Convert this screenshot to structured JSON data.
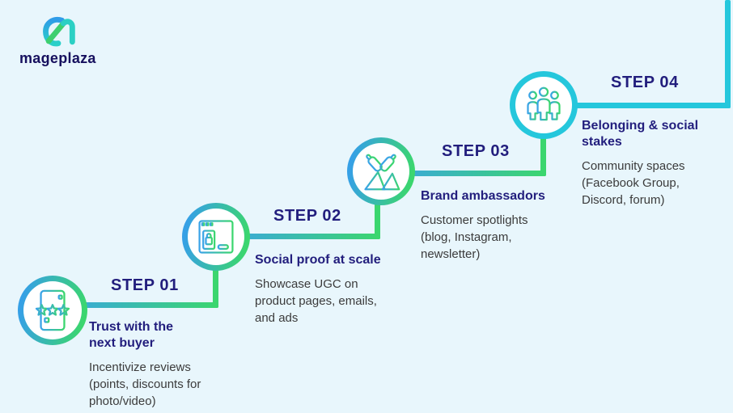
{
  "page": {
    "background": "#e8f6fc",
    "type": "staircase-steps-infographic"
  },
  "logo": {
    "brand": "mageplaza",
    "icon": "mageplaza-m-logo"
  },
  "colors": {
    "accent_blue": "#3aa3e8",
    "accent_green": "#3bd66e",
    "accent_cyan": "#25c7dc",
    "heading_navy": "#221e7d",
    "logo_navy": "#16105e",
    "body_text": "#3b3b3b",
    "circle_fill": "#ffffff"
  },
  "steps": [
    {
      "label": "STEP 01",
      "title": "Trust with the\nnext buyer",
      "description": "Incentivize reviews\n(points, discounts for\nphoto/video)",
      "icon": "review-stars-icon"
    },
    {
      "label": "STEP 02",
      "title": "Social proof at scale",
      "description": "Showcase UGC on\nproduct pages, emails,\nand ads",
      "icon": "product-page-icon"
    },
    {
      "label": "STEP 03",
      "title": "Brand ambassadors",
      "description": "Customer spotlights\n(blog, Instagram,\nnewsletter)",
      "icon": "spotlights-icon"
    },
    {
      "label": "STEP 04",
      "title": "Belonging & social\nstakes",
      "description": "Community spaces\n(Facebook Group,\nDiscord, forum)",
      "icon": "people-group-icon"
    }
  ]
}
